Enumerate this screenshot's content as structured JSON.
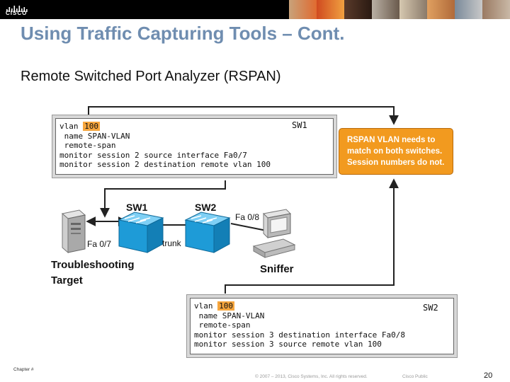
{
  "header": {
    "logo_text": "CISCO"
  },
  "slide": {
    "title": "Using Traffic Capturing Tools – Cont.",
    "subtitle": "Remote Switched Port Analyzer (RSPAN)"
  },
  "sw1_config": {
    "label": "SW1",
    "lines": [
      {
        "pre": "vlan ",
        "hl": "100"
      },
      {
        "pre": " name SPAN-VLAN",
        "hl": ""
      },
      {
        "pre": " remote-span",
        "hl": ""
      },
      {
        "pre": "monitor session 2 source interface Fa0/7",
        "hl": ""
      },
      {
        "pre": "monitor session 2 destination remote vlan 100",
        "hl": ""
      }
    ]
  },
  "sw2_config": {
    "label": "SW2",
    "lines": [
      {
        "pre": "vlan ",
        "hl": "100"
      },
      {
        "pre": " name SPAN-VLAN",
        "hl": ""
      },
      {
        "pre": " remote-span",
        "hl": ""
      },
      {
        "pre": "monitor session 3 destination interface Fa0/8",
        "hl": ""
      },
      {
        "pre": "monitor session 3 source remote vlan 100",
        "hl": ""
      }
    ]
  },
  "note": {
    "line1": "RSPAN VLAN needs to",
    "line2": "match on both switches.",
    "line3": "Session numbers do not."
  },
  "topology": {
    "switch1": "SW1",
    "switch2": "SW2",
    "port_fa07": "Fa 0/7",
    "port_fa08": "Fa 0/8",
    "trunk": "trunk",
    "target_line1": "Troubleshooting",
    "target_line2": "Target",
    "sniffer": "Sniffer"
  },
  "footer": {
    "chapter": "Chapter #",
    "copyright": "© 2007 – 2013, Cisco Systems, Inc. All rights reserved.",
    "classification": "Cisco Public",
    "page": "20"
  },
  "colors": {
    "title": "#6f8db0",
    "highlight": "#f6a63e",
    "note_bg": "#f29a1f",
    "switch_blue": "#1e9bd7"
  }
}
